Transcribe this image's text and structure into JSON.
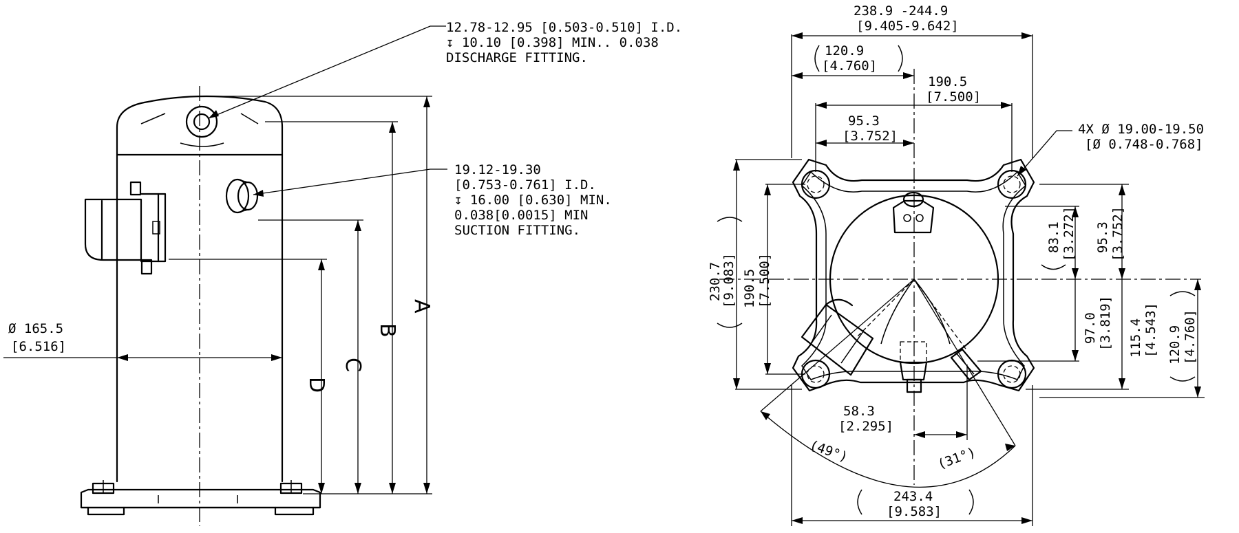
{
  "side_view": {
    "discharge_note": [
      "12.78-12.95 [0.503-0.510] I.D.",
      "↧ 10.10 [0.398] MIN.. 0.038",
      "DISCHARGE FITTING."
    ],
    "suction_note": [
      "19.12-19.30",
      "[0.753-0.761] I.D.",
      "↧ 16.00 [0.630] MIN.",
      "0.038[0.0015] MIN",
      "SUCTION FITTING."
    ],
    "diameter": "Ø 165.5",
    "diameter_in": "[6.516]",
    "height_labels": [
      "A",
      "B",
      "C",
      "D"
    ]
  },
  "top_view": {
    "overall_width": "238.9 -244.9",
    "overall_width_in": "[9.405-9.642]",
    "left_offset": "120.9",
    "left_offset_in": "[4.760]",
    "bolt_spacing_x": "190.5",
    "bolt_spacing_x_in": "[7.500]",
    "half_spacing_x": "95.3",
    "half_spacing_x_in": "[3.752]",
    "holes": "4X Ø 19.00-19.50",
    "holes_in": "[Ø 0.748-0.768]",
    "overall_depth": "230.7",
    "overall_depth_in": "[9.083]",
    "bolt_spacing_y": "190.5",
    "bolt_spacing_y_in": "[7.500]",
    "r_83": "83.1",
    "r_83_in": "[3.272]",
    "r_95": "95.3",
    "r_95_in": "[3.752]",
    "r_97": "97.0",
    "r_97_in": "[3.819]",
    "r_115": "115.4",
    "r_115_in": "[4.543]",
    "r_120": "120.9",
    "r_120_in": "[4.760]",
    "suction_offset": "58.3",
    "suction_offset_in": "[2.295]",
    "angle_left": "(49°)",
    "angle_right": "(31°)",
    "base_width": "243.4",
    "base_width_in": "[9.583]"
  }
}
